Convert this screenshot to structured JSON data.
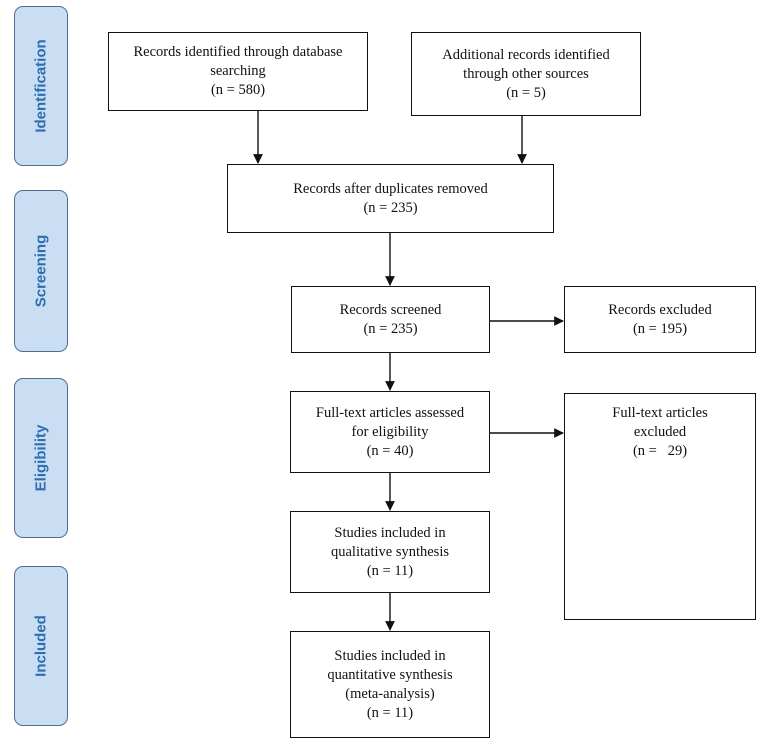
{
  "phases": {
    "identification": "Identification",
    "screening": "Screening",
    "eligibility": "Eligibility",
    "included": "Included"
  },
  "boxes": {
    "database": {
      "line1": "Records identified through database",
      "line2": "searching",
      "count": "(n = 580)"
    },
    "other_sources": {
      "line1": "Additional records identified",
      "line2": "through other sources",
      "count": "(n = 5)"
    },
    "duplicates_removed": {
      "line1": "Records after duplicates removed",
      "count": "(n = 235)"
    },
    "screened": {
      "line1": "Records screened",
      "count": "(n = 235)"
    },
    "excluded": {
      "line1": "Records excluded",
      "count": "(n = 195)"
    },
    "fulltext_assessed": {
      "line1": "Full-text articles assessed",
      "line2": "for eligibility",
      "count": "(n = 40)"
    },
    "fulltext_excluded": {
      "line1": "Full-text articles",
      "line2": "excluded",
      "count": "(n =   29)"
    },
    "qualitative": {
      "line1": "Studies included in",
      "line2": "qualitative synthesis",
      "count": "(n = 11)"
    },
    "quantitative": {
      "line1": "Studies included in",
      "line2": "quantitative synthesis",
      "line3": "(meta-analysis)",
      "count": "(n = 11)"
    }
  }
}
